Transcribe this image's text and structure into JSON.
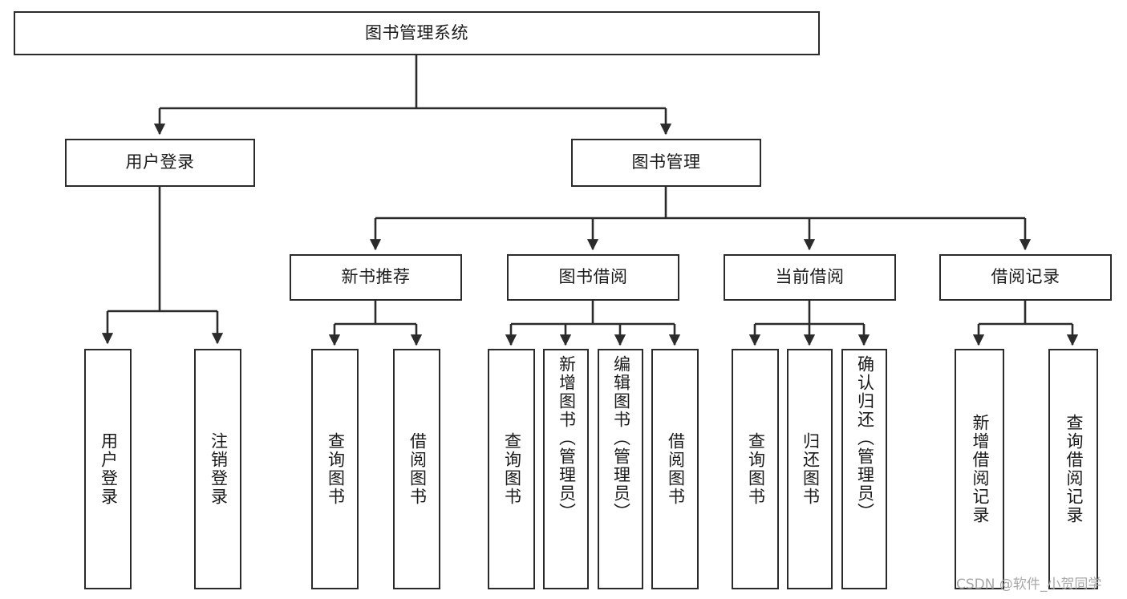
{
  "diagram": {
    "type": "tree-hierarchy",
    "title": "图书管理系统",
    "watermark": "CSDN @软件_小贺同学",
    "colors": {
      "box_border": "#2b2b2b",
      "box_fill": "#ffffff",
      "edge": "#2b2b2b",
      "text": "#1a1a1a",
      "watermark": "#a8a8a8"
    },
    "nodes": {
      "root": {
        "label": "图书管理系统",
        "level": 1,
        "orientation": "horizontal"
      },
      "user_login": {
        "label": "用户登录",
        "level": 2,
        "orientation": "horizontal"
      },
      "book_manage": {
        "label": "图书管理",
        "level": 2,
        "orientation": "horizontal"
      },
      "new_book_recommend": {
        "label": "新书推荐",
        "level": 3,
        "orientation": "horizontal"
      },
      "book_borrow": {
        "label": "图书借阅",
        "level": 3,
        "orientation": "horizontal"
      },
      "current_borrow": {
        "label": "当前借阅",
        "level": 3,
        "orientation": "horizontal"
      },
      "borrow_record": {
        "label": "借阅记录",
        "level": 3,
        "orientation": "horizontal"
      },
      "leaf_user_login": {
        "label": "用户登录",
        "level": 3,
        "orientation": "vertical"
      },
      "leaf_logout": {
        "label": "注销登录",
        "level": 3,
        "orientation": "vertical"
      },
      "leaf_query_book_1": {
        "label": "查询图书",
        "level": 4,
        "orientation": "vertical"
      },
      "leaf_borrow_book_1": {
        "label": "借阅图书",
        "level": 4,
        "orientation": "vertical"
      },
      "leaf_query_book_2": {
        "label": "查询图书",
        "level": 4,
        "orientation": "vertical"
      },
      "leaf_add_book": {
        "label": "新增图书（管理员）",
        "level": 4,
        "orientation": "vertical"
      },
      "leaf_edit_book": {
        "label": "编辑图书（管理员）",
        "level": 4,
        "orientation": "vertical"
      },
      "leaf_borrow_book_2": {
        "label": "借阅图书",
        "level": 4,
        "orientation": "vertical"
      },
      "leaf_query_book_3": {
        "label": "查询图书",
        "level": 4,
        "orientation": "vertical"
      },
      "leaf_return_book": {
        "label": "归还图书",
        "level": 4,
        "orientation": "vertical"
      },
      "leaf_confirm_return": {
        "label": "确认归还（管理员）",
        "level": 4,
        "orientation": "vertical"
      },
      "leaf_add_record": {
        "label": "新增借阅记录",
        "level": 4,
        "orientation": "vertical"
      },
      "leaf_query_record": {
        "label": "查询借阅记录",
        "level": 4,
        "orientation": "vertical"
      }
    },
    "edges": [
      {
        "from": "root",
        "to": "user_login"
      },
      {
        "from": "root",
        "to": "book_manage"
      },
      {
        "from": "user_login",
        "to": "leaf_user_login"
      },
      {
        "from": "user_login",
        "to": "leaf_logout"
      },
      {
        "from": "book_manage",
        "to": "new_book_recommend"
      },
      {
        "from": "book_manage",
        "to": "book_borrow"
      },
      {
        "from": "book_manage",
        "to": "current_borrow"
      },
      {
        "from": "book_manage",
        "to": "borrow_record"
      },
      {
        "from": "new_book_recommend",
        "to": "leaf_query_book_1"
      },
      {
        "from": "new_book_recommend",
        "to": "leaf_borrow_book_1"
      },
      {
        "from": "book_borrow",
        "to": "leaf_query_book_2"
      },
      {
        "from": "book_borrow",
        "to": "leaf_add_book"
      },
      {
        "from": "book_borrow",
        "to": "leaf_edit_book"
      },
      {
        "from": "book_borrow",
        "to": "leaf_borrow_book_2"
      },
      {
        "from": "current_borrow",
        "to": "leaf_query_book_3"
      },
      {
        "from": "current_borrow",
        "to": "leaf_return_book"
      },
      {
        "from": "current_borrow",
        "to": "leaf_confirm_return"
      },
      {
        "from": "borrow_record",
        "to": "leaf_add_record"
      },
      {
        "from": "borrow_record",
        "to": "leaf_query_record"
      }
    ]
  }
}
